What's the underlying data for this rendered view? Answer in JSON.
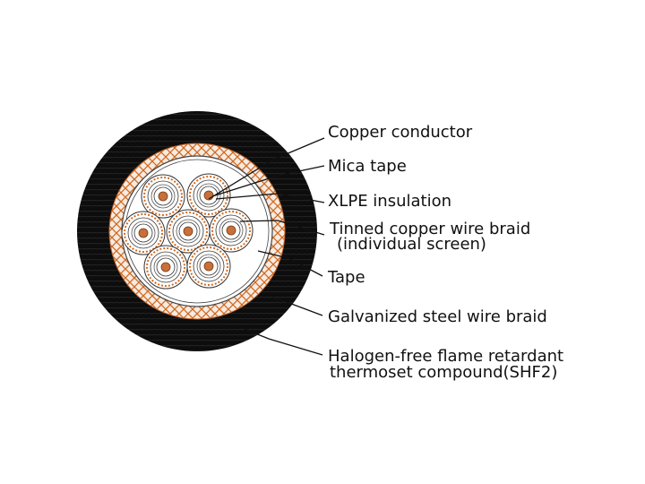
{
  "labels": {
    "copper_conductor": "Copper conductor",
    "mica_tape": "Mica tape",
    "xlpe_insulation": "XLPE insulation",
    "braid_line1": "Tinned copper wire braid",
    "braid_line2": "(individual screen)",
    "tape": "Tape",
    "steel_braid": "Galvanized steel wire braid",
    "sheath_line1": "Halogen-free flame retardant",
    "sheath_line2": "thermoset compound(SHF2)"
  },
  "colors": {
    "sheath": "#0d0d0d",
    "copper_braid": "#d2691e",
    "copper_core": "#c8703a",
    "background": "#ffffff"
  }
}
